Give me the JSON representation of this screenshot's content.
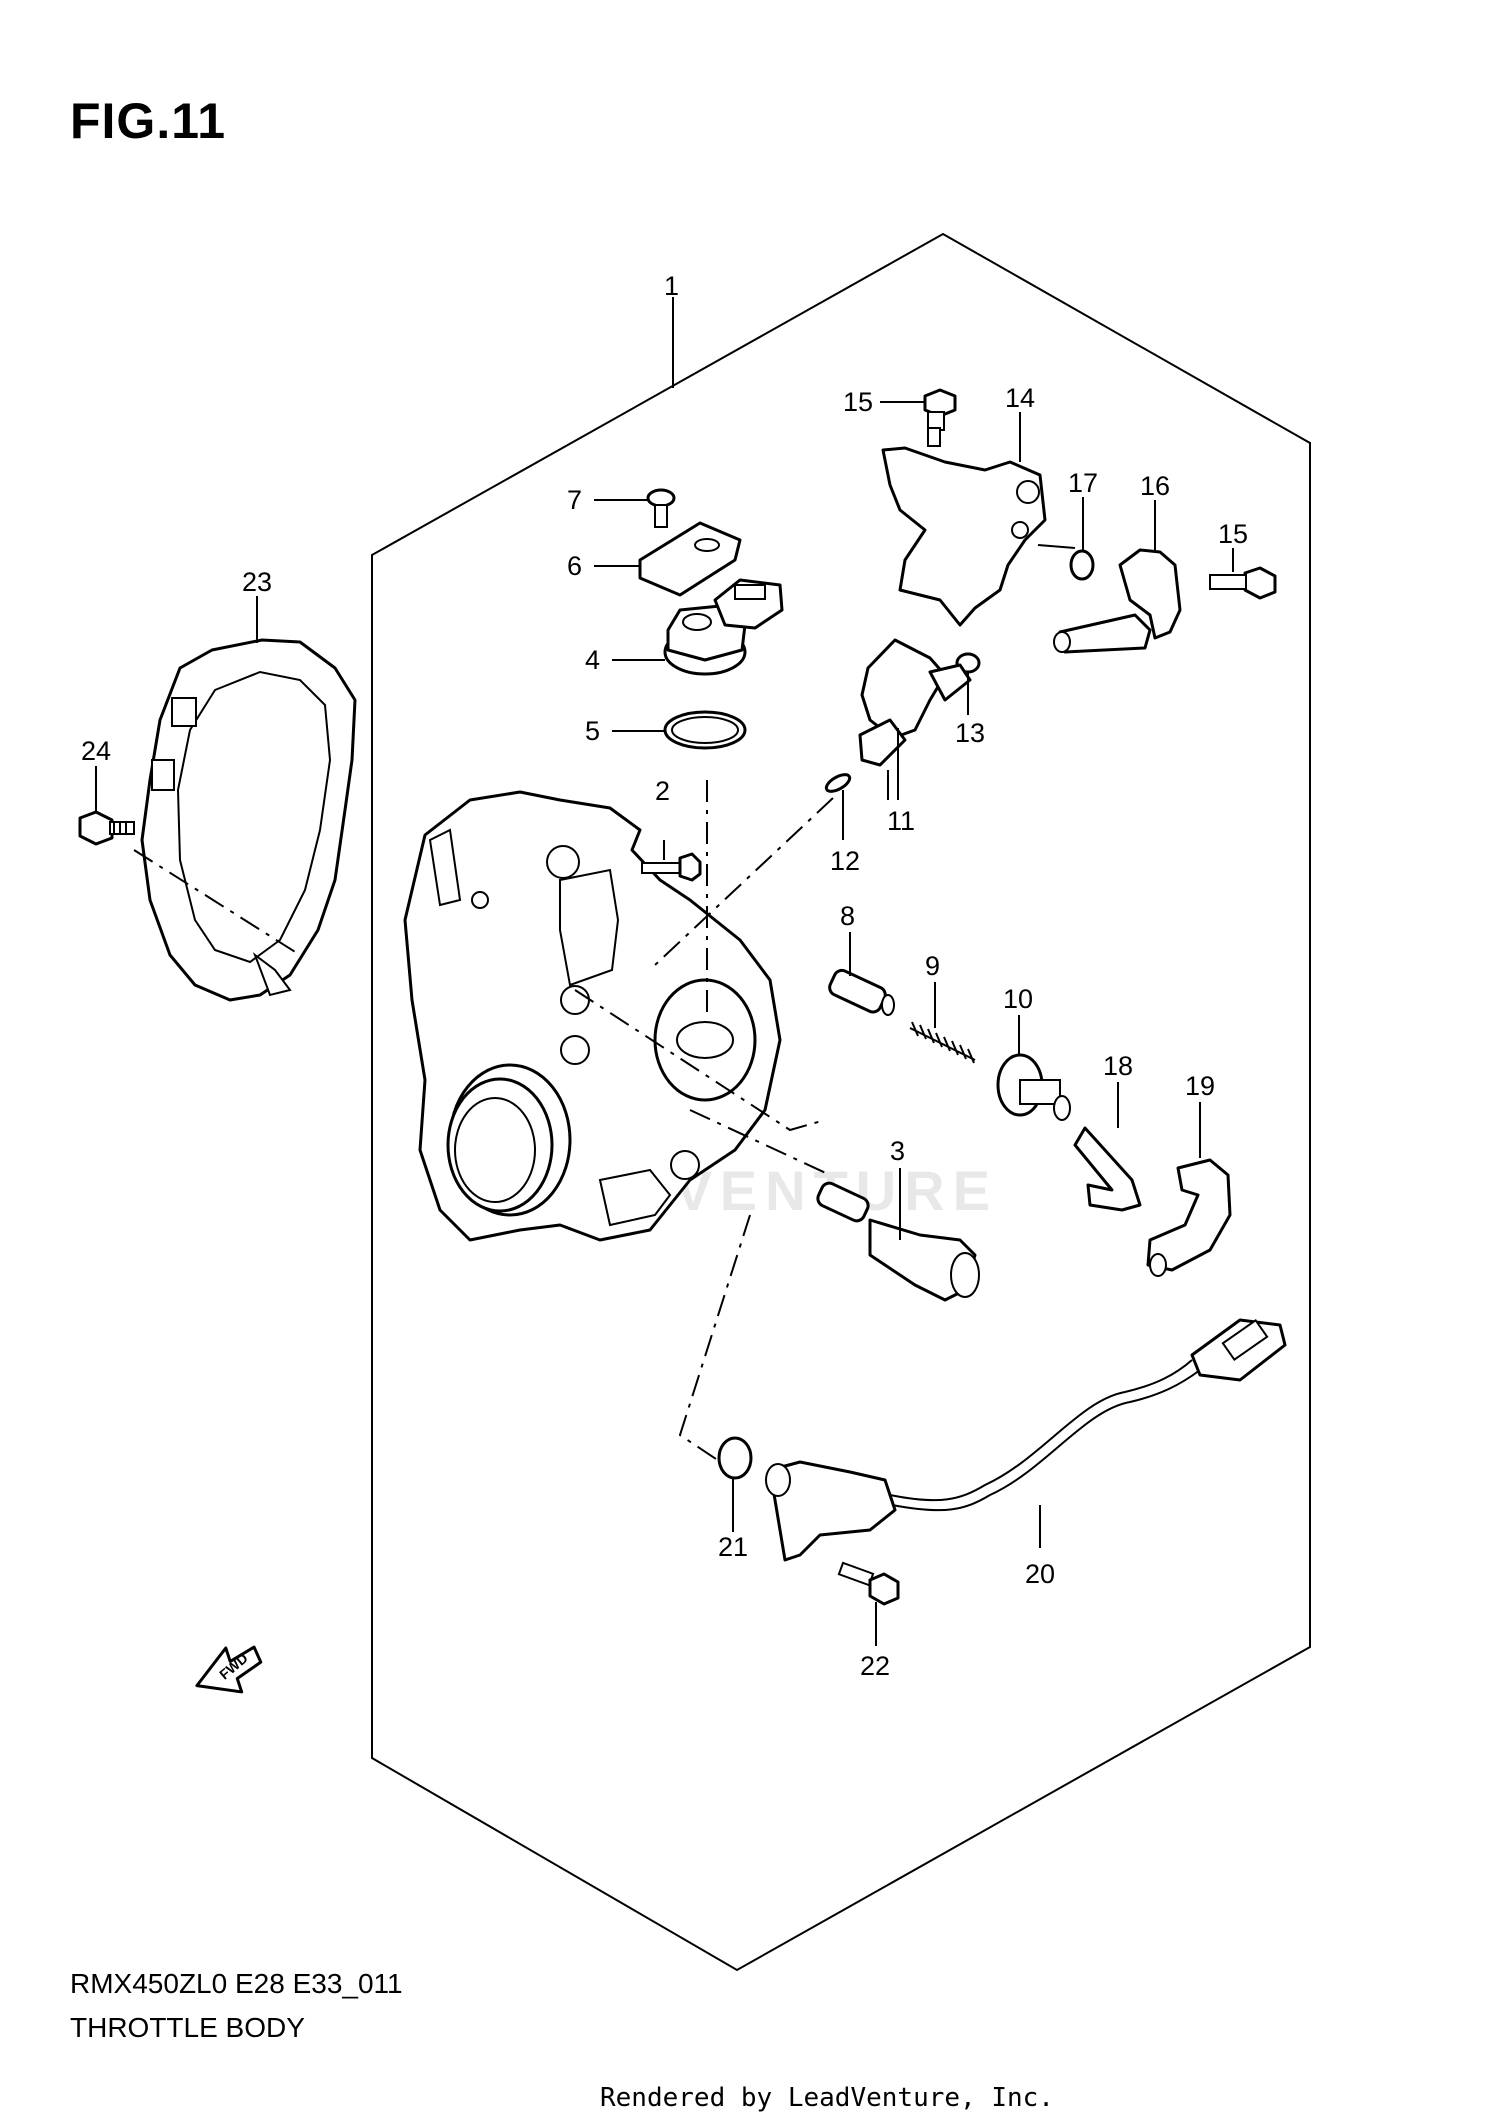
{
  "figure": {
    "title": "FIG.11",
    "code": "RMX450ZL0 E28 E33_011",
    "section": "THROTTLE BODY",
    "footer": "Rendered by LeadVenture, Inc.",
    "watermark": "LEADVENTURE",
    "fwd_label": "FWD"
  },
  "callouts": [
    {
      "id": "1",
      "text": "1"
    },
    {
      "id": "2",
      "text": "2"
    },
    {
      "id": "3",
      "text": "3"
    },
    {
      "id": "4",
      "text": "4"
    },
    {
      "id": "5",
      "text": "5"
    },
    {
      "id": "6",
      "text": "6"
    },
    {
      "id": "7",
      "text": "7"
    },
    {
      "id": "8",
      "text": "8"
    },
    {
      "id": "9",
      "text": "9"
    },
    {
      "id": "10",
      "text": "10"
    },
    {
      "id": "11",
      "text": "11"
    },
    {
      "id": "12",
      "text": "12"
    },
    {
      "id": "13",
      "text": "13"
    },
    {
      "id": "14",
      "text": "14"
    },
    {
      "id": "15a",
      "text": "15"
    },
    {
      "id": "15b",
      "text": "15"
    },
    {
      "id": "16",
      "text": "16"
    },
    {
      "id": "17",
      "text": "17"
    },
    {
      "id": "18",
      "text": "18"
    },
    {
      "id": "19",
      "text": "19"
    },
    {
      "id": "20",
      "text": "20"
    },
    {
      "id": "21",
      "text": "21"
    },
    {
      "id": "22",
      "text": "22"
    },
    {
      "id": "23",
      "text": "23"
    },
    {
      "id": "24",
      "text": "24"
    }
  ]
}
